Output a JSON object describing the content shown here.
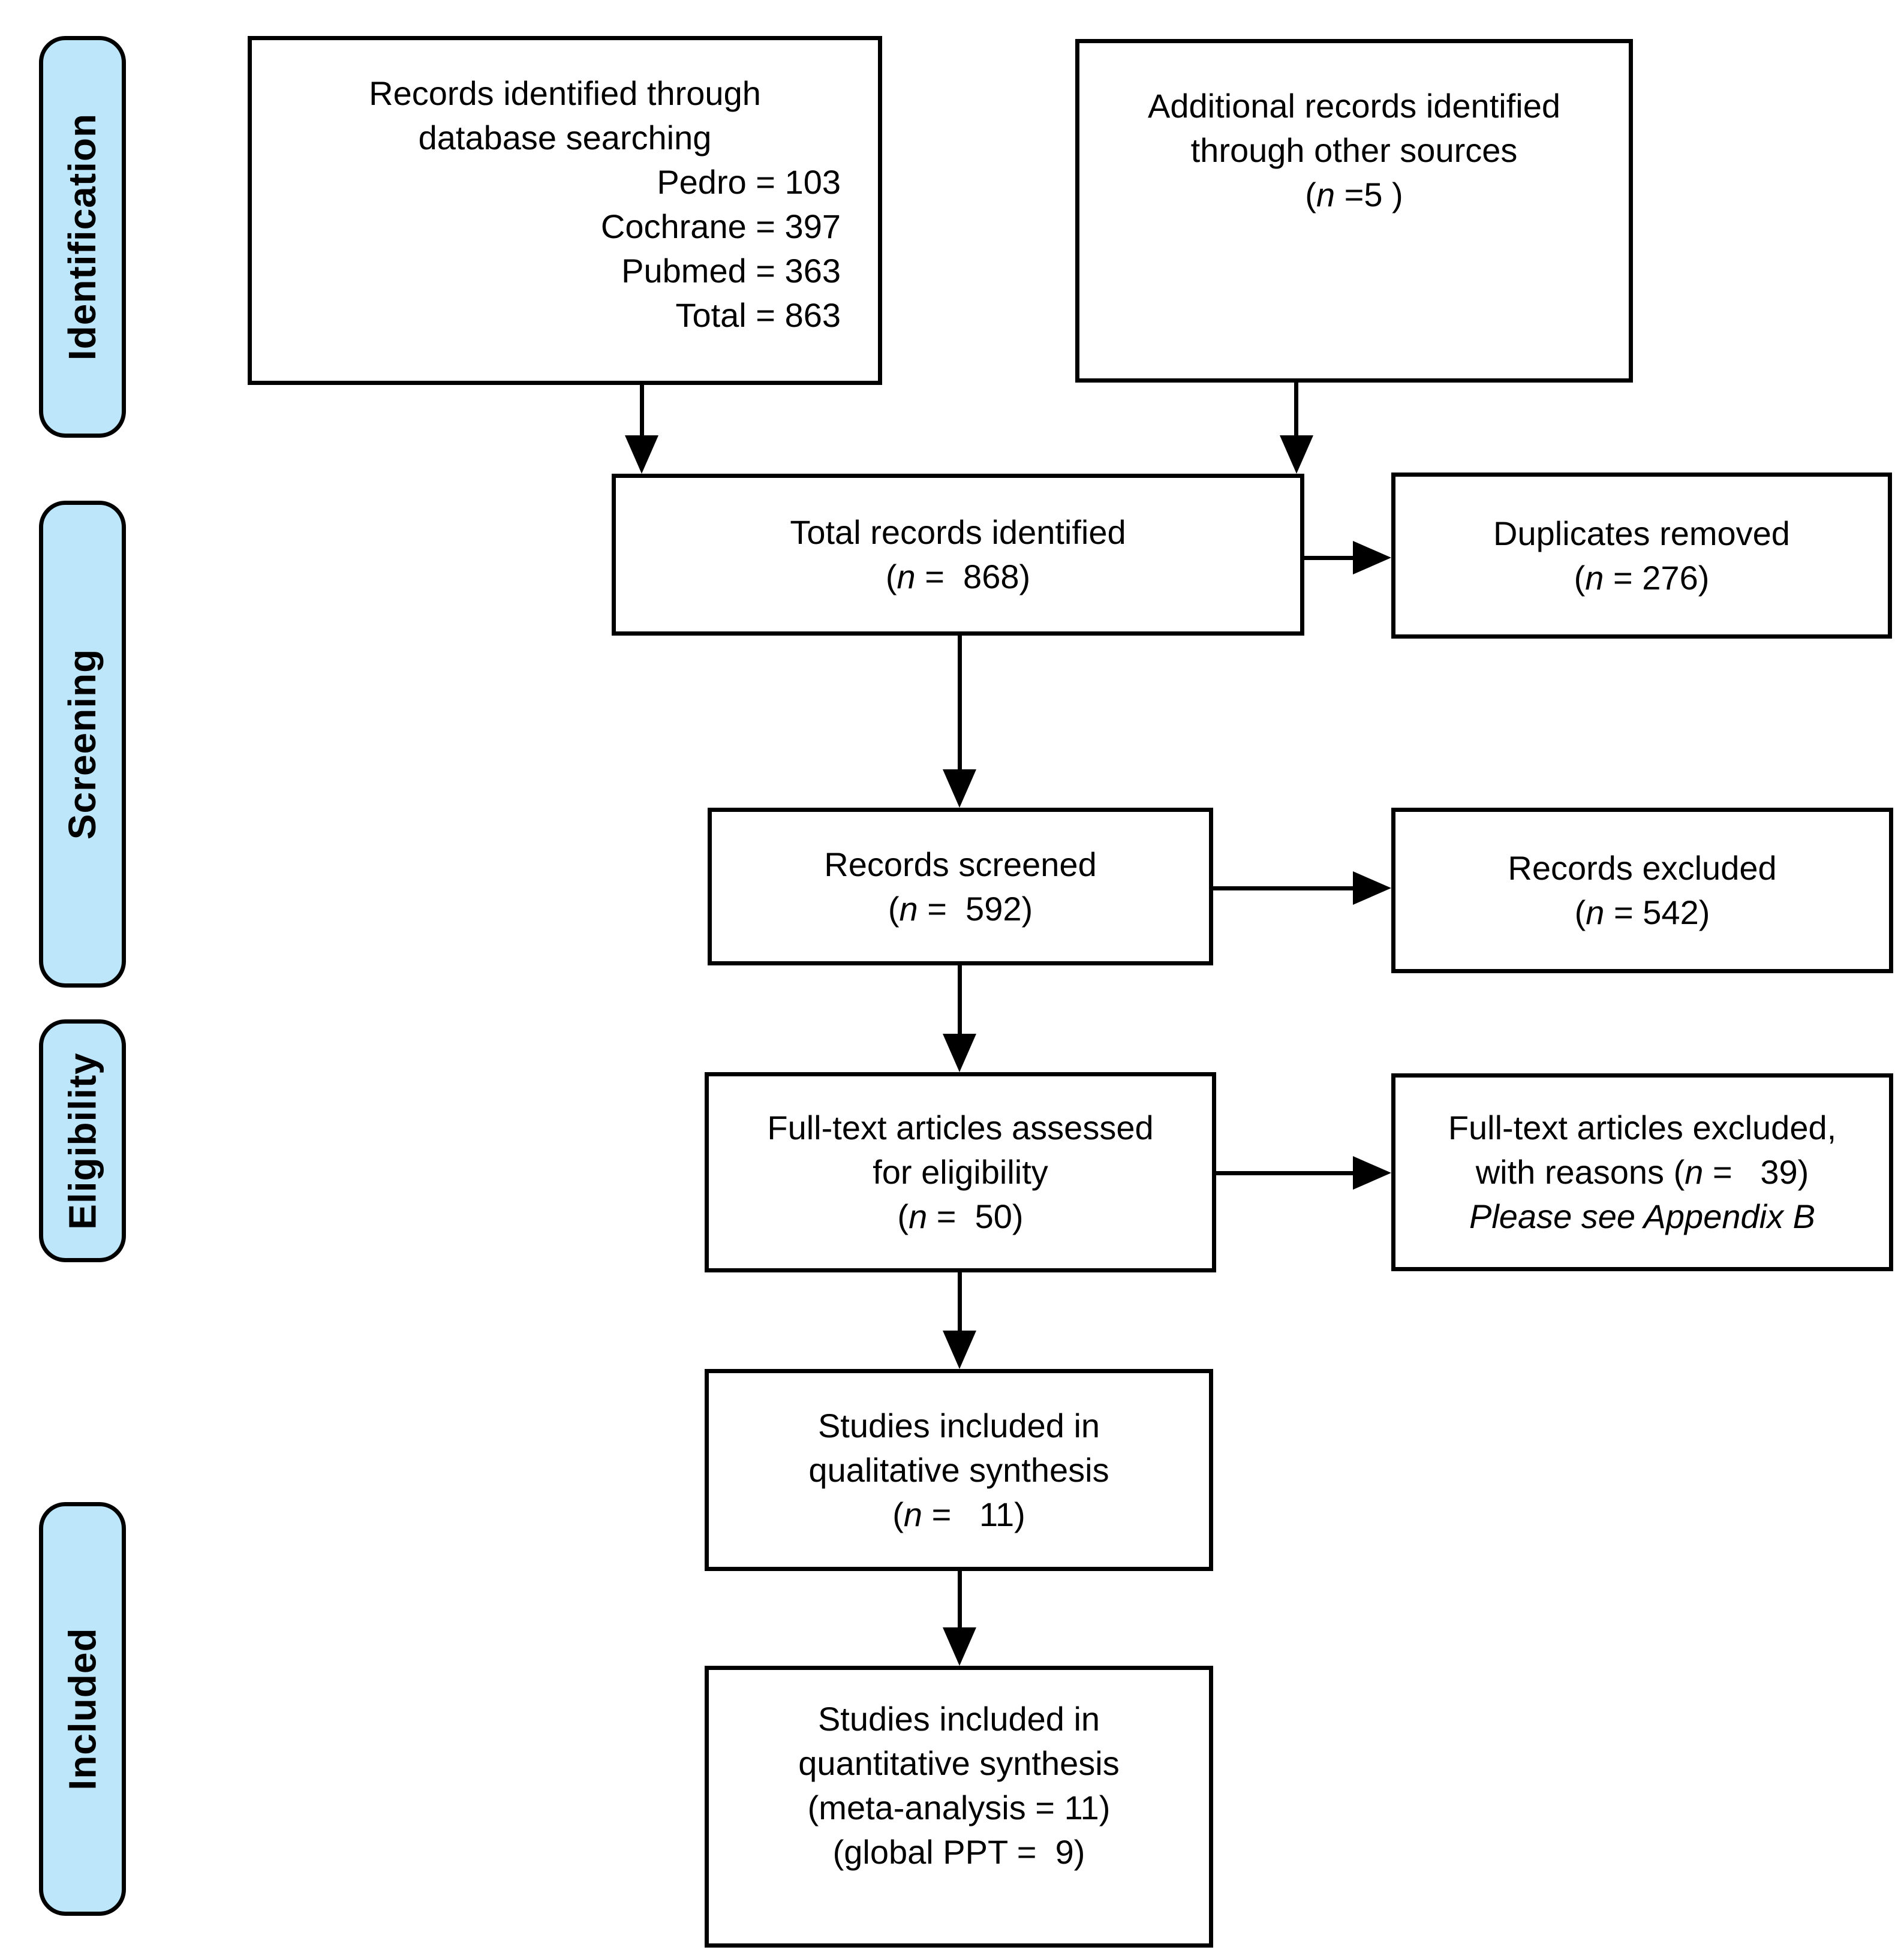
{
  "palette": {
    "stage_fill": "#BDE6FB",
    "line_color": "#000000",
    "box_bg": "#FFFFFF"
  },
  "stages": {
    "identification": "Identification",
    "screening": "Screening",
    "eligibility": "Eligibility",
    "included": "Included"
  },
  "boxes": {
    "db_search": {
      "title1": "Records identified through",
      "title2": "database searching",
      "stats": [
        "Pedro = 103",
        "Cochrane = 397",
        "Pubmed = 363",
        "Total = 863"
      ]
    },
    "other_sources": {
      "line1": "Additional records identified",
      "line2": "through other sources",
      "n_open": "(",
      "n": "n",
      "n_rest": " =5 )"
    },
    "total_identified": {
      "line1": "Total records identified",
      "n_open": "(",
      "n": "n",
      "n_rest": " =  868)"
    },
    "duplicates_removed": {
      "line1": "Duplicates removed",
      "n_open": "(",
      "n": "n",
      "n_rest": " = 276)"
    },
    "records_screened": {
      "line1": "Records screened",
      "n_open": "(",
      "n": "n",
      "n_rest": " =  592)"
    },
    "records_excluded": {
      "line1": "Records excluded",
      "n_open": "(",
      "n": "n",
      "n_rest": " = 542)"
    },
    "fulltext_assessed": {
      "line1": "Full-text articles assessed",
      "line2": "for eligibility",
      "n_open": "(",
      "n": "n",
      "n_rest": " =  50)"
    },
    "fulltext_excluded": {
      "line1": "Full-text articles excluded,",
      "reasons_prefix": "with reasons (",
      "n": "n",
      "reasons_suffix": " =   39)",
      "note": "Please see Appendix B"
    },
    "qualitative": {
      "line1": "Studies included in",
      "line2": "qualitative synthesis",
      "n_open": "(",
      "n": "n",
      "n_rest": " =   11)"
    },
    "quantitative": {
      "line1": "Studies included in",
      "line2": "quantitative synthesis",
      "line3": "(meta-analysis = 11)",
      "line4": "(global PPT =  9)"
    }
  }
}
